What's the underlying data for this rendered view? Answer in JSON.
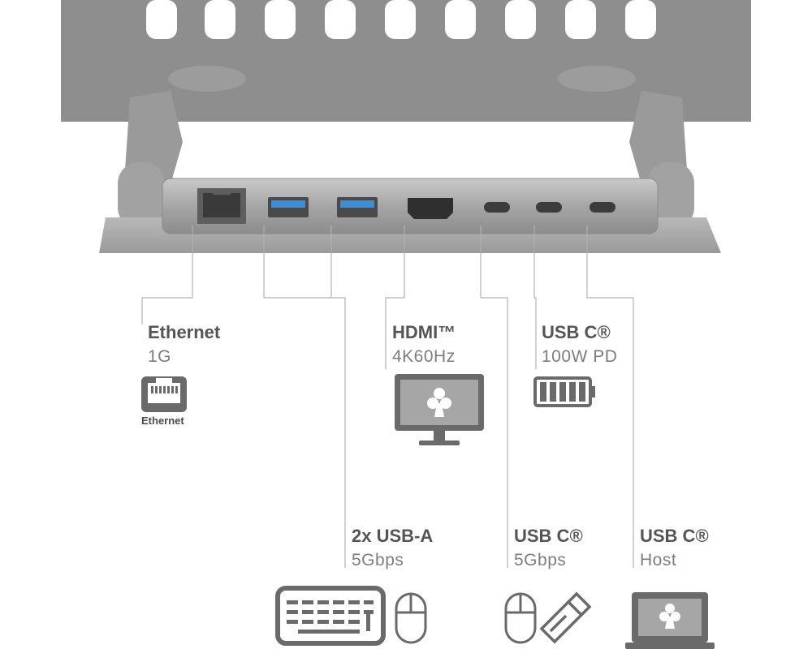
{
  "ports": {
    "ethernet": {
      "title": "Ethernet",
      "spec": "1G",
      "icon_caption": "Ethernet",
      "icon": "ethernet-jack-icon"
    },
    "hdmi": {
      "title": "HDMI™",
      "spec": "4K60Hz",
      "icon": "monitor-icon"
    },
    "usbc_pd": {
      "title": "USB C®",
      "spec": "100W PD",
      "icon": "battery-icon"
    },
    "usba": {
      "title": "2x USB-A",
      "spec": "5Gbps",
      "icon": "keyboard-icon"
    },
    "usbc_data": {
      "title": "USB C®",
      "spec": "5Gbps",
      "icon": "usb-stick-icon"
    },
    "usbc_host": {
      "title": "USB C®",
      "spec": "Host",
      "icon": "laptop-icon"
    }
  },
  "colors": {
    "stand": "#8f8f8f",
    "hub": "#a9a9a9",
    "usb_a_accent": "#3b8fd9",
    "icon": "#6a6a6a",
    "leader_line": "#b0b0b0"
  }
}
